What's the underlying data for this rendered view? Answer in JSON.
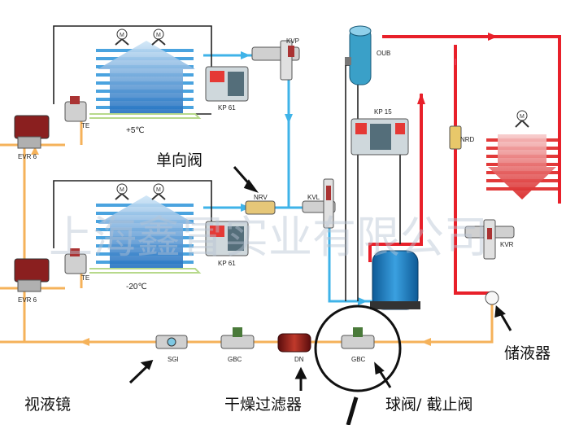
{
  "labels": {
    "kvp": "KVP",
    "kp61_top": "KP 61",
    "kp61_bottom": "KP 61",
    "kp15": "KP 15",
    "oub": "OUB",
    "nrd": "NRD",
    "nrv": "NRV",
    "kvl": "KVL",
    "kvr": "KVR",
    "te_top": "TE",
    "te_bottom": "TE",
    "evr6_top": "EVR 6",
    "evr6_bottom": "EVR 6",
    "sgi": "SGI",
    "gbc_left": "GBC",
    "gbc_right": "GBC",
    "dn": "DN",
    "fan_m": "M",
    "temp_top": "+5℃",
    "temp_bottom": "-20℃"
  },
  "annotations": {
    "check_valve": "单向阀",
    "receiver": "储液器",
    "sight_glass": "视液镜",
    "filter_drier": "干燥过滤器",
    "ball_valve": "球阀/ 截止阀"
  },
  "watermark": "上海鑫冒实业有限公司",
  "colors": {
    "liquid_line": "#f5b25a",
    "suction_line": "#3fb3e8",
    "discharge_line": "#e8202a",
    "control_line": "#222222",
    "coil_blue": "#4aa3df",
    "coil_red": "#e23a3a",
    "compressor": "#1e7fc4"
  }
}
